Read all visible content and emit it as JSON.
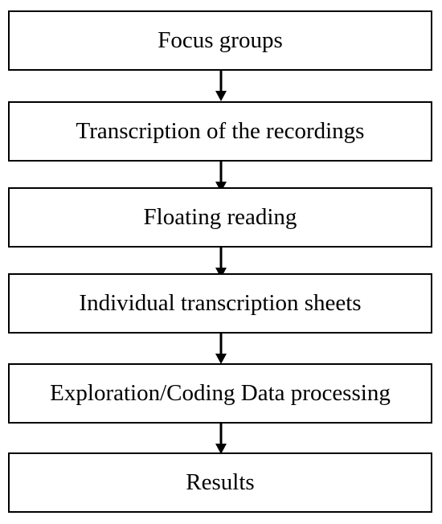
{
  "steps": [
    {
      "label": "Focus groups"
    },
    {
      "label": "Transcription of the recordings"
    },
    {
      "label": "Floating reading"
    },
    {
      "label": "Individual transcription sheets"
    },
    {
      "label": "Exploration/Coding Data processing"
    },
    {
      "label": "Results"
    }
  ],
  "colors": {
    "border": "#000000",
    "background": "#ffffff",
    "text": "#000000",
    "arrow": "#000000"
  },
  "icons": {
    "connector": "arrow-down-icon"
  }
}
